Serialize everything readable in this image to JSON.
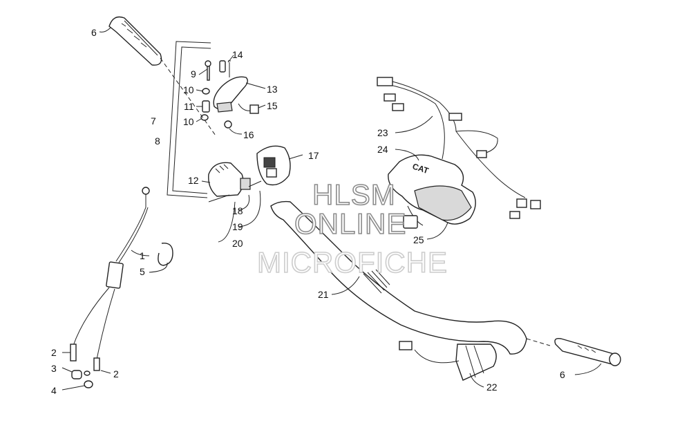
{
  "callouts": {
    "c1": "1",
    "c2a": "2",
    "c2b": "2",
    "c3": "3",
    "c4": "4",
    "c5": "5",
    "c6a": "6",
    "c6b": "6",
    "c7": "7",
    "c8": "8",
    "c9": "9",
    "c10a": "10",
    "c10b": "10",
    "c11": "11",
    "c12": "12",
    "c13": "13",
    "c14": "14",
    "c15": "15",
    "c16": "16",
    "c17": "17",
    "c18": "18",
    "c19": "19",
    "c20": "20",
    "c21": "21",
    "c22": "22",
    "c23": "23",
    "c24": "24",
    "c25": "25"
  },
  "watermark": {
    "line1": "HLSM",
    "line2": "ONLINE",
    "line3": "MICROFICHE"
  },
  "pad_logo": "CAT"
}
